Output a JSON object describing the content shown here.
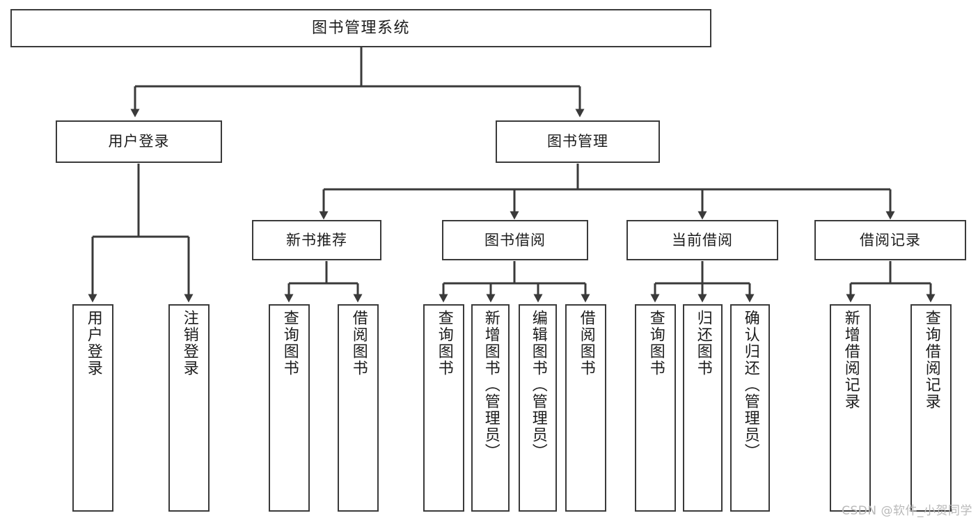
{
  "diagram": {
    "title": "图书管理系统",
    "type": "tree",
    "background_color": "#ffffff",
    "line_color": "#3a3a3a",
    "text_color": "#1c1c1c",
    "watermark": "CSDN @软件_小贺同学"
  },
  "nodes": {
    "root": {
      "label": "图书管理系统"
    },
    "level1": [
      {
        "id": "user-login",
        "label": "用户登录"
      },
      {
        "id": "book-manage",
        "label": "图书管理"
      }
    ],
    "level2": [
      {
        "id": "new-book-rec",
        "label": "新书推荐"
      },
      {
        "id": "book-borrow",
        "label": "图书借阅"
      },
      {
        "id": "current-borrow",
        "label": "当前借阅"
      },
      {
        "id": "borrow-record",
        "label": "借阅记录"
      }
    ],
    "leaves": {
      "user_login": [
        {
          "id": "leaf-user-login",
          "label": "用户登录"
        },
        {
          "id": "leaf-logout",
          "label": "注销登录"
        }
      ],
      "new_book_rec": [
        {
          "id": "leaf-query-book-1",
          "label": "查询图书"
        },
        {
          "id": "leaf-borrow-book-1",
          "label": "借阅图书"
        }
      ],
      "book_borrow": [
        {
          "id": "leaf-query-book-2",
          "label": "查询图书"
        },
        {
          "id": "leaf-add-book",
          "label": "新增图书（管理员）"
        },
        {
          "id": "leaf-edit-book",
          "label": "编辑图书（管理员）"
        },
        {
          "id": "leaf-borrow-book-2",
          "label": "借阅图书"
        }
      ],
      "current_borrow": [
        {
          "id": "leaf-query-book-3",
          "label": "查询图书"
        },
        {
          "id": "leaf-return-book",
          "label": "归还图书"
        },
        {
          "id": "leaf-confirm-return",
          "label": "确认归还（管理员）"
        }
      ],
      "borrow_record": [
        {
          "id": "leaf-add-record",
          "label": "新增借阅记录"
        },
        {
          "id": "leaf-query-record",
          "label": "查询借阅记录"
        }
      ]
    }
  }
}
